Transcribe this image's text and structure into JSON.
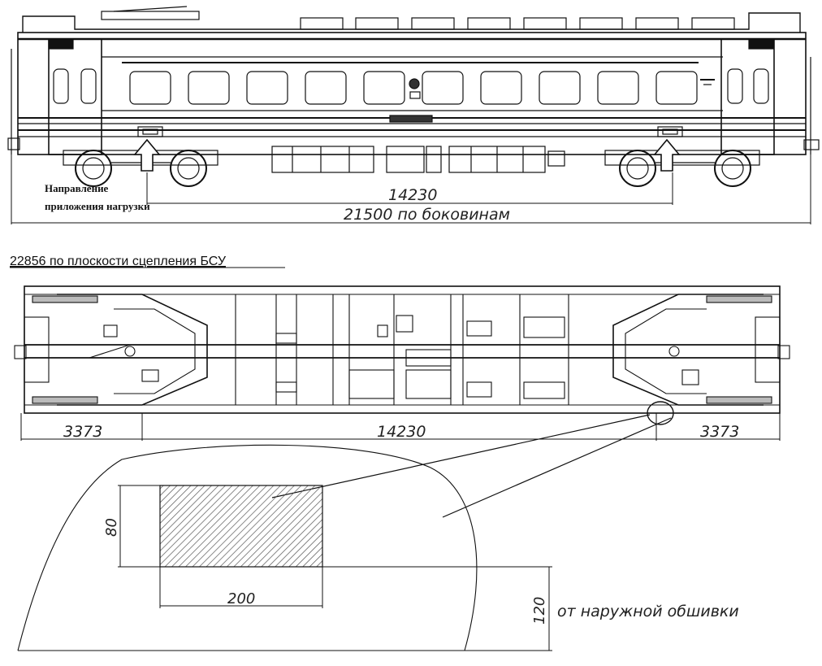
{
  "top_view": {
    "label_direction_line1": "Направление",
    "label_direction_line2": "приложения нагрузки",
    "dim_bogie_centers": "14230",
    "dim_sides": "21500 по боковинам"
  },
  "coupling_plane_label": "22856 по плоскости сцепления БСУ",
  "frame_view": {
    "dim_left": "3373",
    "dim_middle": "14230",
    "dim_right": "3373"
  },
  "detail_view": {
    "dim_height": "80",
    "dim_width": "200",
    "dim_offset": "120",
    "offset_note": "от наружной обшивки"
  }
}
